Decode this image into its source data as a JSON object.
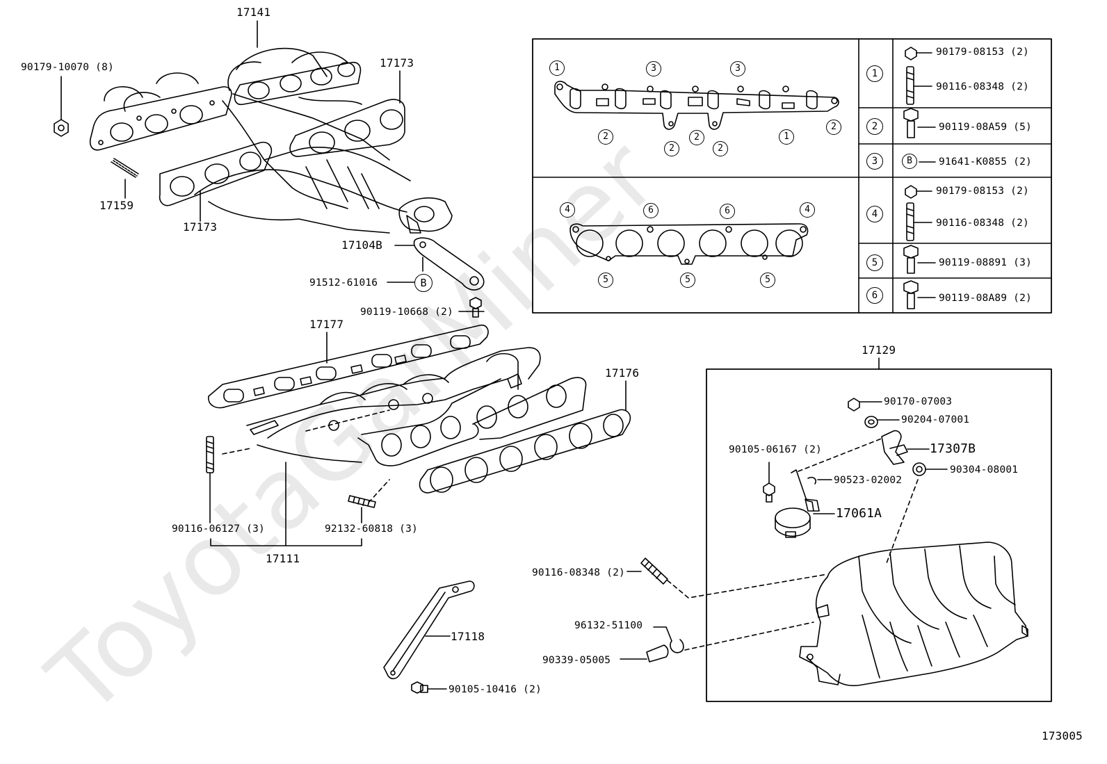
{
  "watermark": "ToyotaGarMiner",
  "diagram_id": "173005",
  "parts": {
    "p17141": "17141",
    "p90179_10070": "90179-10070 (8)",
    "p17173a": "17173",
    "p17173b": "17173",
    "p17159": "17159",
    "p17104B": "17104B",
    "p91512": "91512-61016",
    "p90119_10668": "90119-10668 (2)",
    "p17177": "17177",
    "p17176": "17176",
    "p90116_06127": "90116-06127 (3)",
    "p92132": "92132-60818 (3)",
    "p17111": "17111",
    "p17118": "17118",
    "p90105_10416": "90105-10416 (2)",
    "p17129": "17129",
    "p90170": "90170-07003",
    "p90204": "90204-07001",
    "p90105_06167": "90105-06167 (2)",
    "p17307B": "17307B",
    "p90523": "90523-02002",
    "p90304": "90304-08001",
    "p17061A": "17061A",
    "p90116_08348": "90116-08348 (2)",
    "p96132": "96132-51100",
    "p90339": "90339-05005"
  },
  "markers": {
    "B": "B",
    "n1": "1",
    "n2": "2",
    "n3": "3",
    "n4": "4",
    "n5": "5",
    "n6": "6"
  },
  "legend": {
    "rows": [
      {
        "num": "1",
        "items": [
          "90179-08153 (2)",
          "90116-08348 (2)"
        ]
      },
      {
        "num": "2",
        "items": [
          "90119-08A59 (5)"
        ]
      },
      {
        "num": "3",
        "items": [
          "91641-K0855 (2)"
        ]
      },
      {
        "num": "4",
        "items": [
          "90179-08153 (2)",
          "90116-08348 (2)"
        ]
      },
      {
        "num": "5",
        "items": [
          "90119-08891 (3)"
        ]
      },
      {
        "num": "6",
        "items": [
          "90119-08A89 (2)"
        ]
      }
    ]
  }
}
